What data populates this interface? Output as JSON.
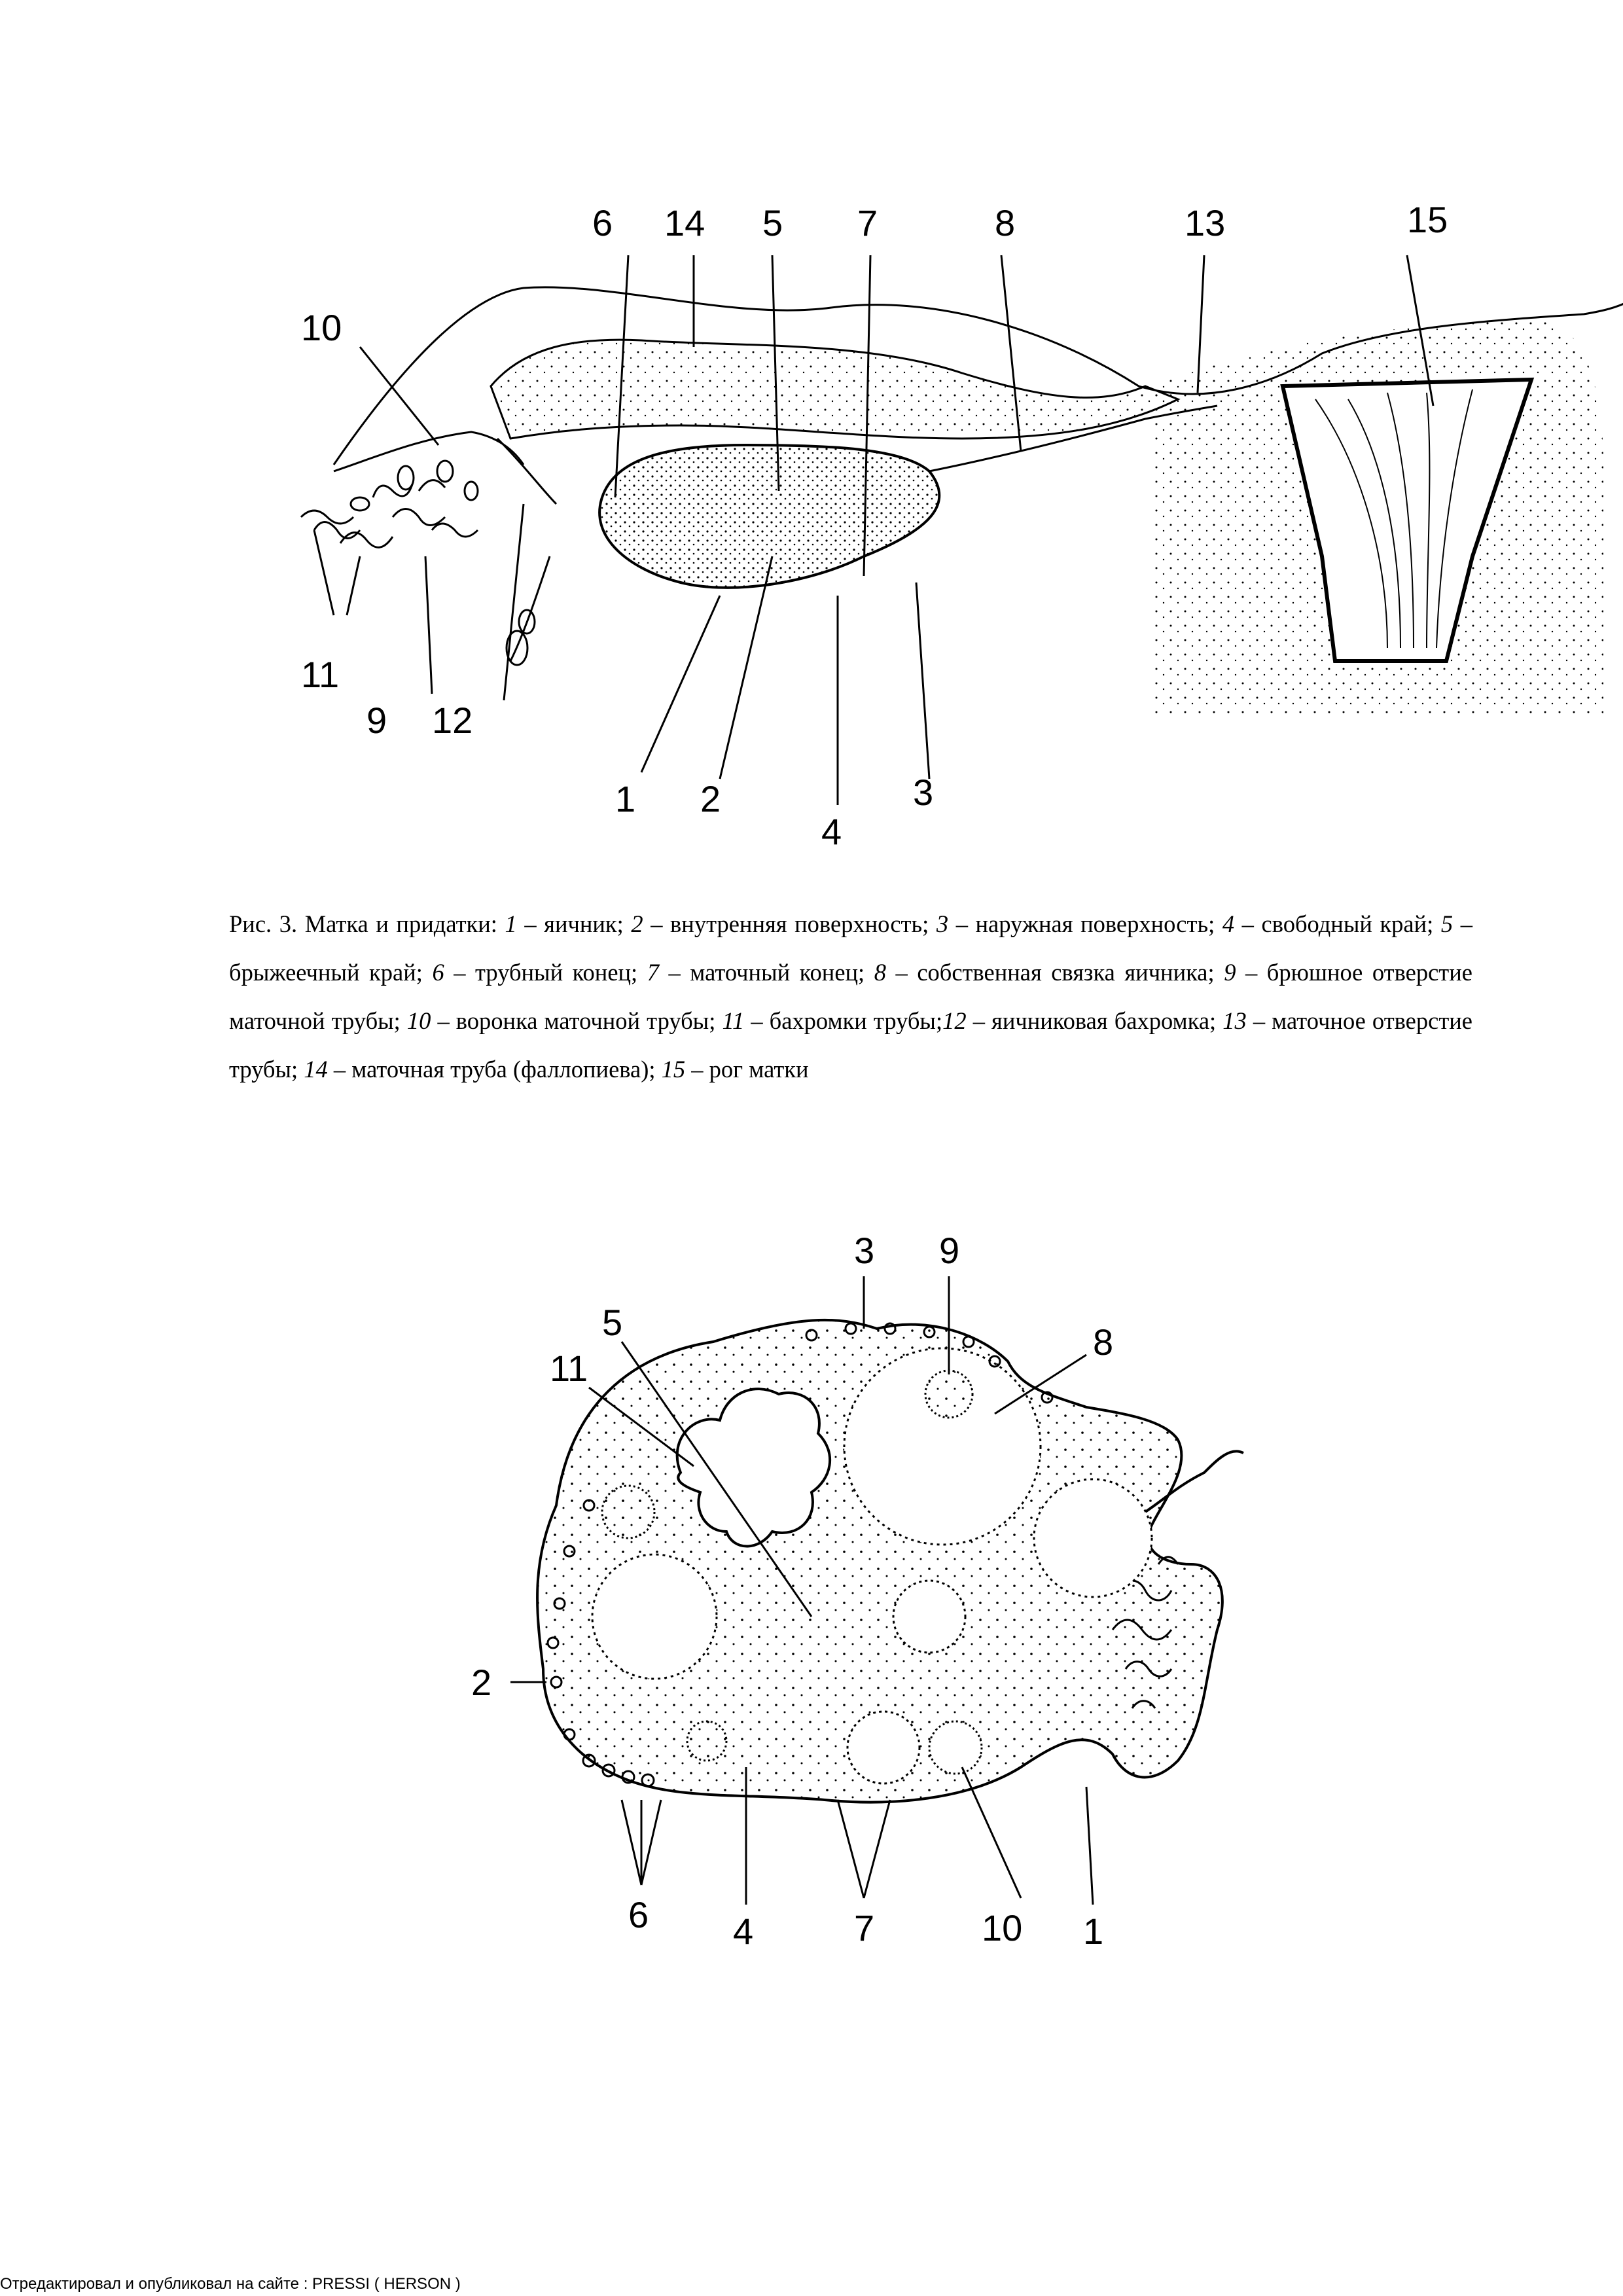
{
  "figure1": {
    "labels": [
      "1",
      "2",
      "3",
      "4",
      "5",
      "6",
      "7",
      "8",
      "9",
      "10",
      "11",
      "12",
      "13",
      "14",
      "15"
    ]
  },
  "caption": {
    "prefix": "Рис. 3. Матка и придатки: ",
    "items": [
      {
        "num": "1",
        "text": " – яичник; "
      },
      {
        "num": "2",
        "text": " – внутренняя поверхность; "
      },
      {
        "num": "3",
        "text": " – наружная поверхность; "
      },
      {
        "num": "4",
        "text": " – свободный край; "
      },
      {
        "num": "5",
        "text": " – брыжеечный край; "
      },
      {
        "num": "6",
        "text": " – трубный конец; "
      },
      {
        "num": "7",
        "text": " – маточный конец; "
      },
      {
        "num": "8",
        "text": " – собственная связка яичника; "
      },
      {
        "num": "9",
        "text": " – брюшное отверстие маточной трубы; "
      },
      {
        "num": "10",
        "text": " – воронка маточной трубы; "
      },
      {
        "num": "11",
        "text": " – бахромки трубы;"
      },
      {
        "num": "12",
        "text": " – яичниковая бахромка; "
      },
      {
        "num": "13",
        "text": " – маточное отверстие трубы; "
      },
      {
        "num": "14",
        "text": " – маточная труба (фаллопиева); "
      },
      {
        "num": "15",
        "text": " – рог матки"
      }
    ]
  },
  "figure2": {
    "labels": [
      "1",
      "2",
      "3",
      "4",
      "5",
      "6",
      "7",
      "8",
      "9",
      "10",
      "11"
    ]
  },
  "footer": {
    "text": "Отредактировал и опубликовал на сайте : PRESSI ( HERSON )"
  }
}
